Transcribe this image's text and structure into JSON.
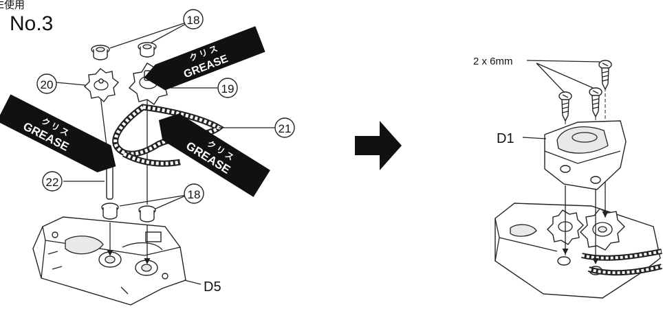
{
  "header": {
    "usage_label": "E使用",
    "step_number": "No.3"
  },
  "left_assembly": {
    "callouts": {
      "part_18_top": "18",
      "part_18_bottom": "18",
      "part_19": "19",
      "part_20": "20",
      "part_21": "21",
      "part_22": "22"
    },
    "base_label": "D5",
    "grease_tubes": [
      {
        "kana": "ク リ ス",
        "text": "GREASE"
      },
      {
        "kana": "ク リ ス",
        "text": "GREASE"
      },
      {
        "kana": "ク リ ス",
        "text": "GREASE"
      }
    ]
  },
  "arrow": {
    "direction": "right",
    "color": "#111111"
  },
  "right_assembly": {
    "screw_spec": "2 x 6mm",
    "cover_label": "D1"
  }
}
